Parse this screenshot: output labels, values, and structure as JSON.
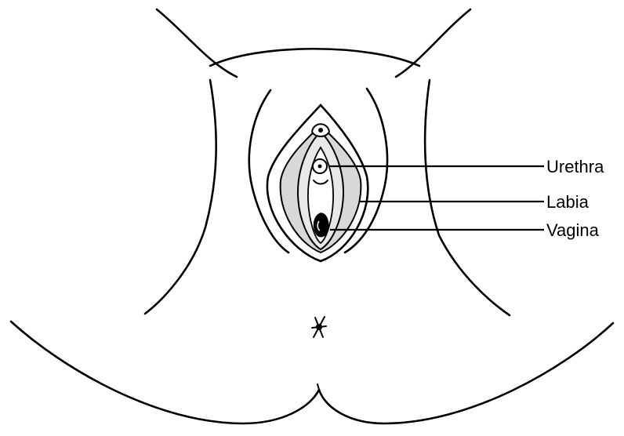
{
  "colors": {
    "line": "#000000",
    "background": "#ffffff",
    "shading": "#c8c8c8"
  },
  "labels": [
    {
      "id": "urethra",
      "text": "Urethra"
    },
    {
      "id": "labia",
      "text": "Labia"
    },
    {
      "id": "vagina",
      "text": "Vagina"
    }
  ]
}
